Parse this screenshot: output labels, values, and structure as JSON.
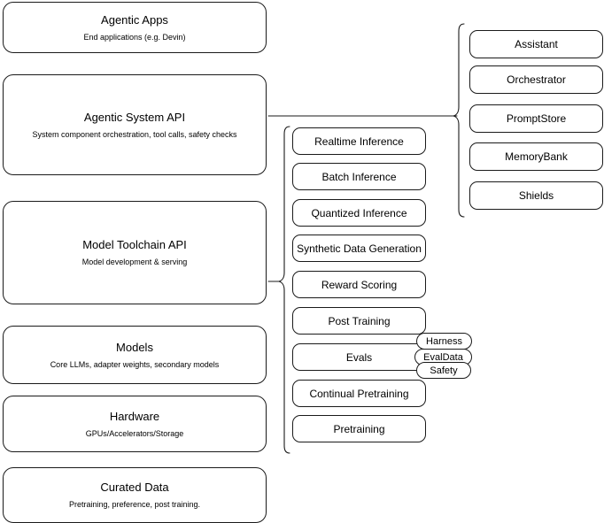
{
  "diagram": {
    "title": "Llama Stack layered architecture",
    "background_color": "#ffffff",
    "stroke_color": "#1a1a1a"
  },
  "layers": [
    {
      "id": "agentic-apps",
      "title": "Agentic Apps",
      "subtitle": "End applications (e.g. Devin)"
    },
    {
      "id": "agentic-system-api",
      "title": "Agentic System API",
      "subtitle": "System component orchestration, tool calls, safety checks"
    },
    {
      "id": "model-toolchain-api",
      "title": "Model Toolchain API",
      "subtitle": "Model development & serving"
    },
    {
      "id": "models",
      "title": "Models",
      "subtitle": "Core LLMs, adapter weights, secondary models"
    },
    {
      "id": "hardware",
      "title": "Hardware",
      "subtitle": "GPUs/Accelerators/Storage"
    },
    {
      "id": "curated-data",
      "title": "Curated Data",
      "subtitle": "Pretraining, preference, post training."
    }
  ],
  "toolchain_items": [
    {
      "id": "realtime-inference",
      "label": "Realtime Inference"
    },
    {
      "id": "batch-inference",
      "label": "Batch Inference"
    },
    {
      "id": "quantized-inference",
      "label": "Quantized Inference"
    },
    {
      "id": "synthetic-data-generation",
      "label": "Synthetic Data Generation"
    },
    {
      "id": "reward-scoring",
      "label": "Reward Scoring"
    },
    {
      "id": "post-training",
      "label": "Post Training"
    },
    {
      "id": "evals",
      "label": "Evals"
    },
    {
      "id": "continual-pretraining",
      "label": "Continual Pretraining"
    },
    {
      "id": "pretraining",
      "label": "Pretraining"
    }
  ],
  "evals_tags": [
    {
      "id": "harness",
      "label": "Harness"
    },
    {
      "id": "evaldata",
      "label": "EvalData"
    },
    {
      "id": "safety",
      "label": "Safety"
    }
  ],
  "system_items": [
    {
      "id": "assistant",
      "label": "Assistant"
    },
    {
      "id": "orchestrator",
      "label": "Orchestrator"
    },
    {
      "id": "promptstore",
      "label": "PromptStore"
    },
    {
      "id": "memorybank",
      "label": "MemoryBank"
    },
    {
      "id": "shields",
      "label": "Shields"
    }
  ]
}
